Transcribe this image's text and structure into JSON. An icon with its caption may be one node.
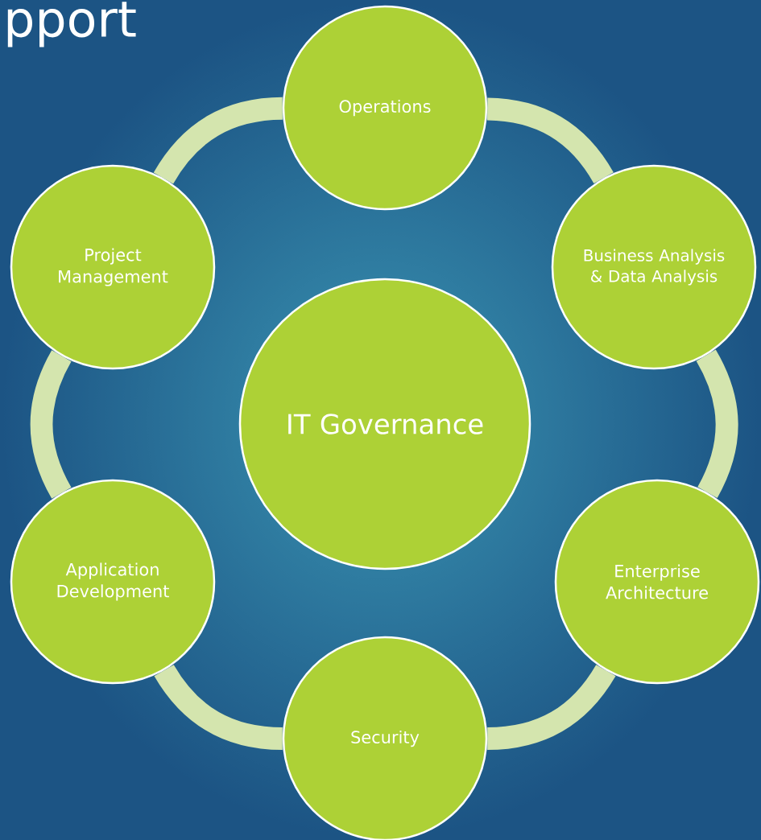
{
  "diagram": {
    "title": "pport",
    "nodes": [
      {
        "text": [
          "Operations"
        ]
      },
      {
        "text": [
          "Project Management"
        ]
      },
      {
        "text": [
          "Business Analysis & Data Analysis"
        ]
      },
      {
        "text": [
          "IT Governance"
        ]
      },
      {
        "text": [
          "Application Development"
        ]
      },
      {
        "text": [
          "Enterprise Architecture"
        ]
      },
      {
        "text": [
          "Security"
        ]
      }
    ],
    "edges": [
      {
        "from": 0,
        "to": 2,
        "arrow": "none"
      },
      {
        "from": 2,
        "to": 5,
        "arrow": "none"
      },
      {
        "from": 5,
        "to": 6,
        "arrow": "none"
      },
      {
        "from": 6,
        "to": 4,
        "arrow": "none"
      },
      {
        "from": 4,
        "to": 1,
        "arrow": "none"
      },
      {
        "from": 1,
        "to": 0,
        "arrow": "none"
      }
    ]
  }
}
